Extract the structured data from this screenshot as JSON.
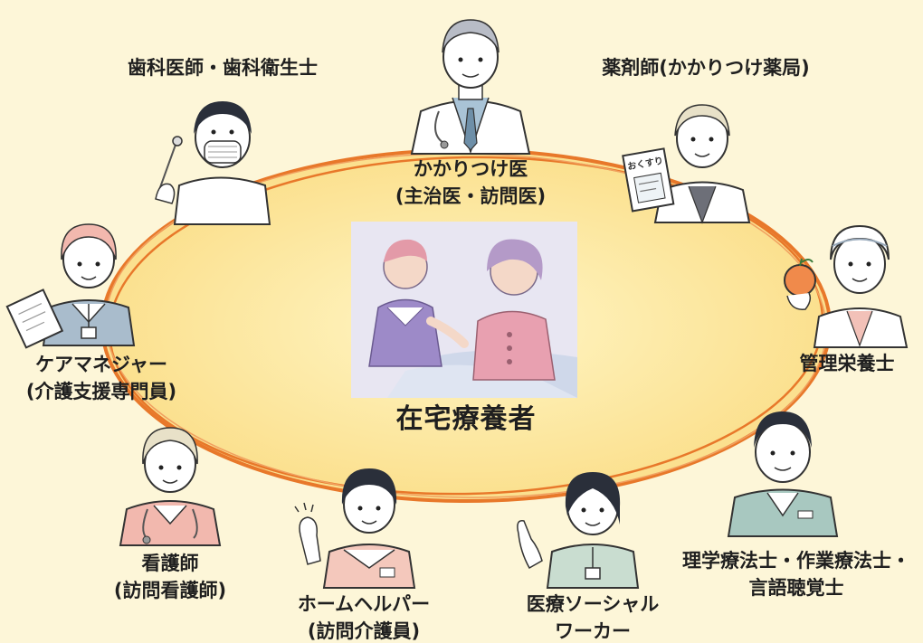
{
  "center": {
    "label": "在宅療養者"
  },
  "roles": {
    "dentist": {
      "line1": "歯科医師・歯科衛生士"
    },
    "doctor": {
      "line1": "かかりつけ医",
      "line2": "(主治医・訪問医)"
    },
    "pharmacist": {
      "line1": "薬剤師(かかりつけ薬局)",
      "book_text": "おくすり"
    },
    "dietitian": {
      "line1": "管理栄養士"
    },
    "therapist": {
      "line1": "理学療法士・作業療法士・",
      "line2": "言語聴覚士"
    },
    "social_worker": {
      "line1": "医療ソーシャル",
      "line2": "ワーカー"
    },
    "helper": {
      "line1": "ホームヘルパー",
      "line2": "(訪問介護員)"
    },
    "nurse": {
      "line1": "看護師",
      "line2": "(訪問看護師)"
    },
    "care_manager": {
      "line1": "ケアマネジャー",
      "line2": "(介護支援専門員)"
    }
  },
  "colors": {
    "background": "#fdf6d8",
    "ring": "#e8782a",
    "ellipse_fill": "#fbe49a",
    "text": "#1f1f1f",
    "skin": "#ffffff",
    "outline": "#333333"
  }
}
